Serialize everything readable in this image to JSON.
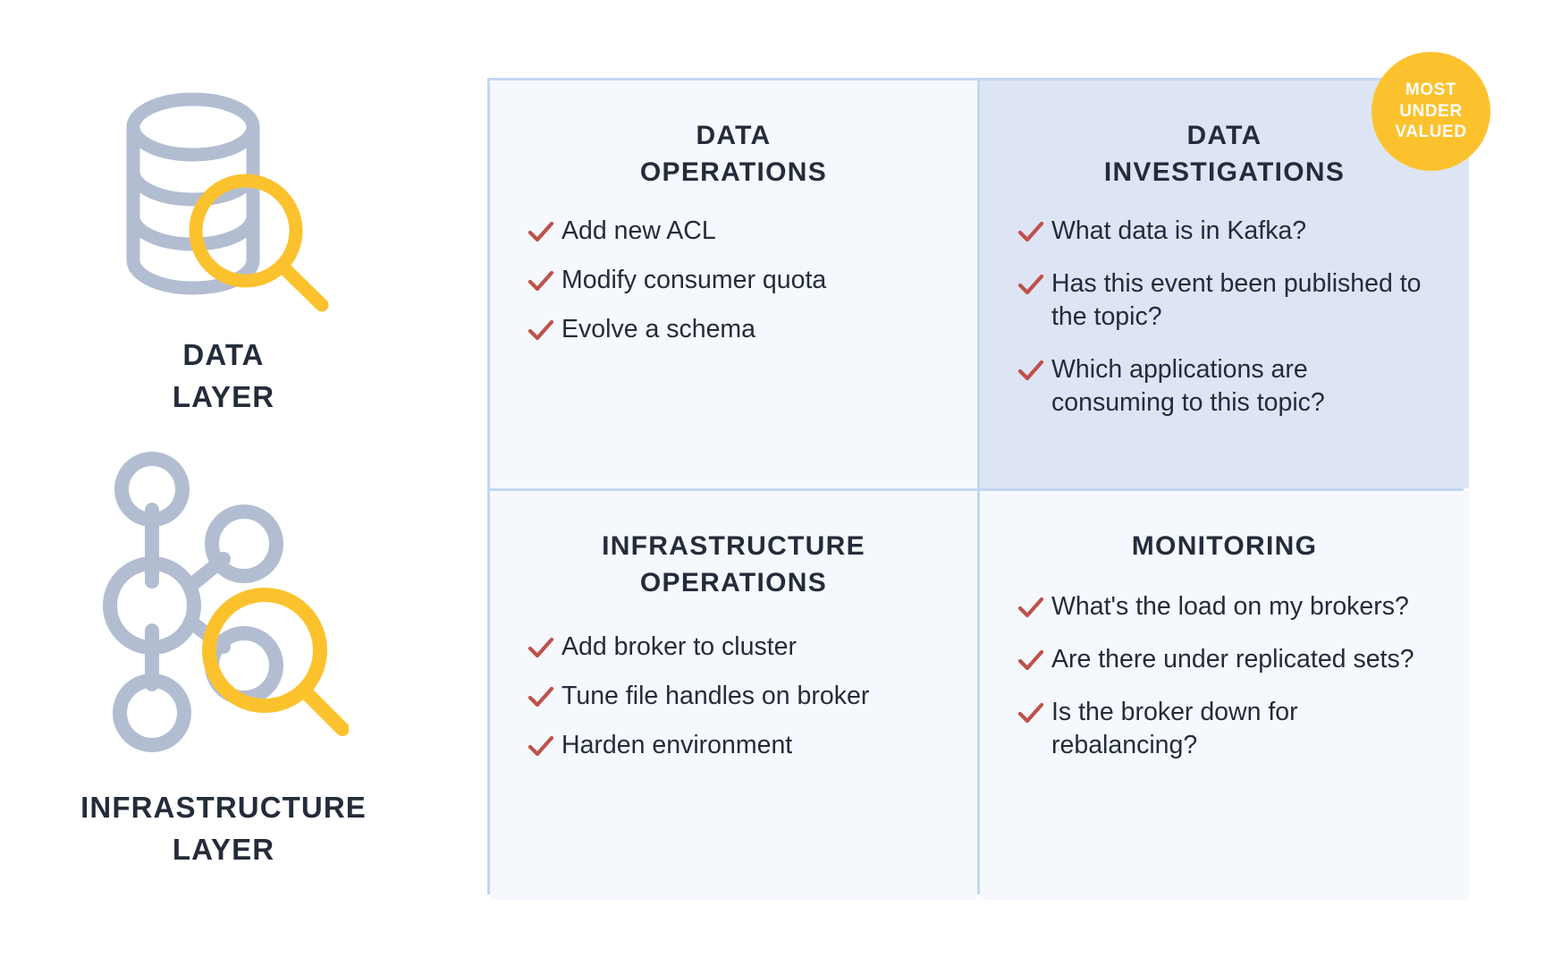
{
  "colors": {
    "accent_yellow": "#fcc22e",
    "icon_grey_blue": "#b3bdd1",
    "check_red": "#c0504a",
    "cell_bg": "#f5f9fd",
    "cell_bg_highlight": "#dde5f5",
    "grid_line": "#c3d6f2",
    "text_dark": "#242c3a"
  },
  "left_column": {
    "layers": [
      {
        "icon": "database-search-icon",
        "label_line1": "DATA",
        "label_line2": "LAYER"
      },
      {
        "icon": "network-nodes-search-icon",
        "label_line1": "INFRASTRUCTURE",
        "label_line2": "LAYER"
      }
    ]
  },
  "badge": {
    "line1": "MOST",
    "line2": "UNDER",
    "line3": "VALUED"
  },
  "grid": {
    "quadrants": [
      {
        "id": "data-operations",
        "title_line1": "DATA",
        "title_line2": "OPERATIONS",
        "highlight": false,
        "items": [
          "Add new ACL",
          "Modify consumer quota",
          "Evolve a schema"
        ]
      },
      {
        "id": "data-investigations",
        "title_line1": "DATA",
        "title_line2": "INVESTIGATIONS",
        "highlight": true,
        "items": [
          "What data is in Kafka?",
          "Has this event been published to the topic?",
          "Which applications are consuming to this topic?"
        ]
      },
      {
        "id": "infrastructure-operations",
        "title_line1": "INFRASTRUCTURE",
        "title_line2": "OPERATIONS",
        "highlight": false,
        "items": [
          "Add broker to cluster",
          "Tune file handles on broker",
          "Harden environment"
        ]
      },
      {
        "id": "monitoring",
        "title_line1": "MONITORING",
        "title_line2": "",
        "highlight": false,
        "items": [
          "What's the load on my brokers?",
          "Are there under replicated sets?",
          "Is the broker down for rebalancing?"
        ]
      }
    ]
  }
}
